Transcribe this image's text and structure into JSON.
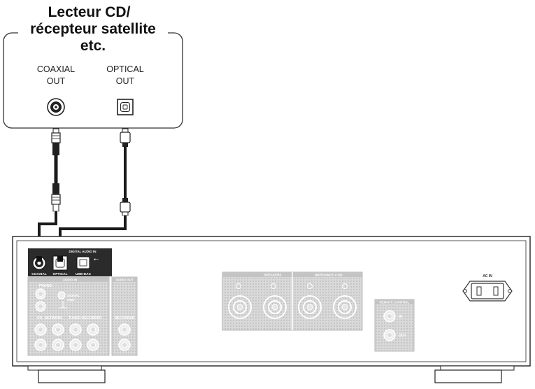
{
  "source_device": {
    "title_lines": [
      "Lecteur CD/",
      "récepteur satellite",
      "etc."
    ],
    "ports": [
      {
        "line1": "COAXIAL",
        "line2": "OUT"
      },
      {
        "line1": "OPTICAL",
        "line2": "OUT"
      }
    ]
  },
  "receiver_panel": {
    "digital_audio_in": "DIGITAL AUDIO IN",
    "digital_ports": [
      "COAXIAL",
      "OPTICAL",
      "USB-DAC"
    ],
    "audio_in": "AUDIO IN",
    "phono": "PHONO",
    "signal_gnd_1": "SIGNAL",
    "signal_gnd_2": "GND",
    "inputs": [
      "CD",
      "NETWORK",
      "TUNER",
      "RECORDER"
    ],
    "audio_out": "AUDIO OUT",
    "recorder": "RECORDER",
    "speakers": "SPEAKERS",
    "impedance": "IMPEDANCE 4~8Ω",
    "remote_control": "REMOTE CONTROL",
    "remote_in": "IN",
    "remote_out": "OUT",
    "ac_in": "AC IN"
  },
  "colors": {
    "line": "#222222",
    "cable": "#1a1a1a",
    "panel_gray": "#cfcfcf",
    "panel_dark": "#2b2b2b"
  }
}
